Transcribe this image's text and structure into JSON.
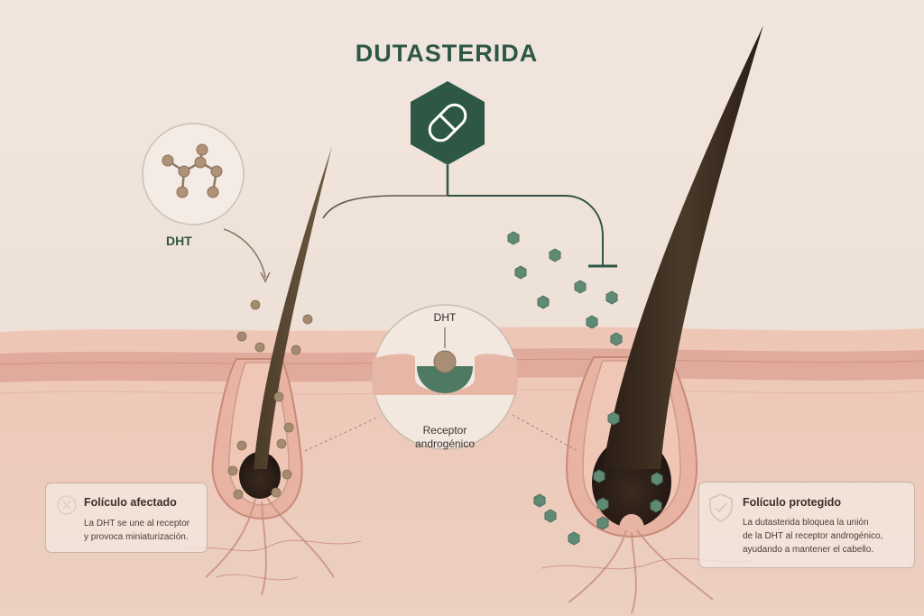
{
  "title": "DUTASTERIDA",
  "dht_label": "DHT",
  "inset": {
    "dht_label": "DHT",
    "receptor_label_line1": "Receptor",
    "receptor_label_line2": "androgénico"
  },
  "card_affected": {
    "icon": "x-circle-icon",
    "title": "Folículo afectado",
    "line1": "La DHT se une al receptor",
    "line2": "y provoca miniaturización."
  },
  "card_protected": {
    "icon": "shield-check-icon",
    "title": "Folículo protegido",
    "line1": "La dutasterida bloquea la unión",
    "line2": "de la DHT al receptor androgénico,",
    "line3": "ayudando a mantener el cabello."
  },
  "colors": {
    "accent_green": "#2e5745",
    "dht_particle": "#a48a6e",
    "drug_particle": "#5f8a74",
    "skin": "#edc9ba",
    "background": "#efe4db"
  }
}
